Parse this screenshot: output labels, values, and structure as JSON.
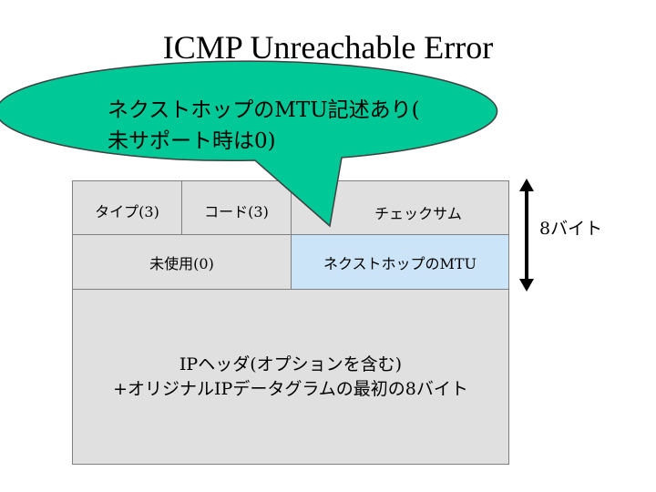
{
  "title": "ICMP Unreachable Error",
  "callout": {
    "line1": "ネクストホップのMTU記述あり(",
    "line2": "未サポート時は0)",
    "fill": "#00c896",
    "stroke": "#404040"
  },
  "header": {
    "row1": {
      "type": "タイプ(3)",
      "code": "コード(3)",
      "checksum": "チェックサム"
    },
    "row2": {
      "unused": "未使用(0)",
      "next_hop_mtu": "ネクストホップのMTU"
    },
    "body": {
      "line1": "IPヘッダ(オプションを含む)",
      "line2": "+オリジナルIPデータグラムの最初の8バイト"
    }
  },
  "size_label": "8バイト",
  "colors": {
    "cell": "#e0e0e0",
    "highlight": "#cce4f7",
    "border": "#808080"
  }
}
